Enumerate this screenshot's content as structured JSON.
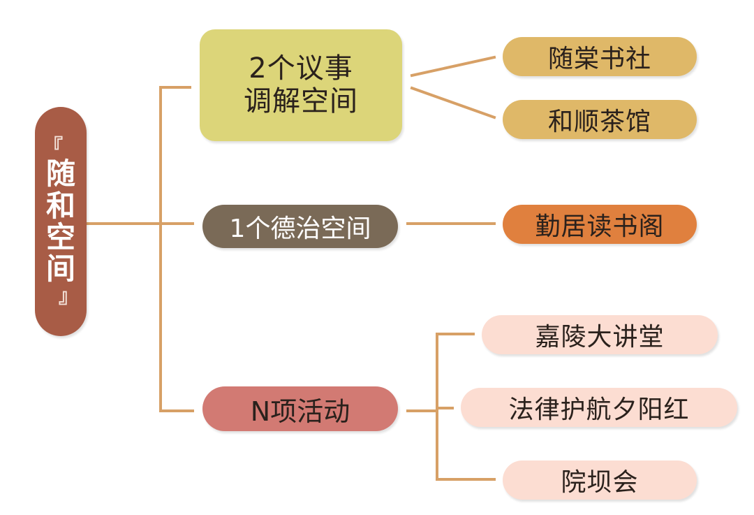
{
  "root": {
    "open_bracket": "『",
    "chars": [
      "随",
      "和",
      "空",
      "间"
    ],
    "close_bracket": "』"
  },
  "branches": [
    {
      "label_lines": [
        "2个议事",
        "调解空间"
      ],
      "children": [
        "随棠书社",
        "和顺茶馆"
      ]
    },
    {
      "label": "1个德治空间",
      "children": [
        "勤居读书阁"
      ]
    },
    {
      "label": "N项活动",
      "children": [
        "嘉陵大讲堂",
        "法律护航夕阳红",
        "院坝会"
      ]
    }
  ],
  "colors": {
    "connector": "#d7a066",
    "root": "#a85c46",
    "mediation": "#dcd579",
    "moral": "#7a6a57",
    "activity": "#d27a73",
    "gold_pill": "#dfb868",
    "orange_pill": "#e0803e",
    "pink_pill": "#fcddd2"
  }
}
